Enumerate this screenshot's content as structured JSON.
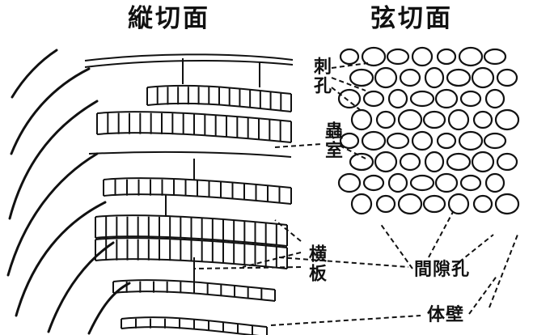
{
  "titles": {
    "longitudinal": "縦切面",
    "tangential": "弦切面"
  },
  "labels": {
    "spinules": "刺孔",
    "chamber": "蟲室",
    "cross_plate": "横板",
    "gap_pore": "間隙孔",
    "body_wall": "体壁"
  },
  "colors": {
    "ink": "#111111",
    "paper": "#ffffff"
  }
}
